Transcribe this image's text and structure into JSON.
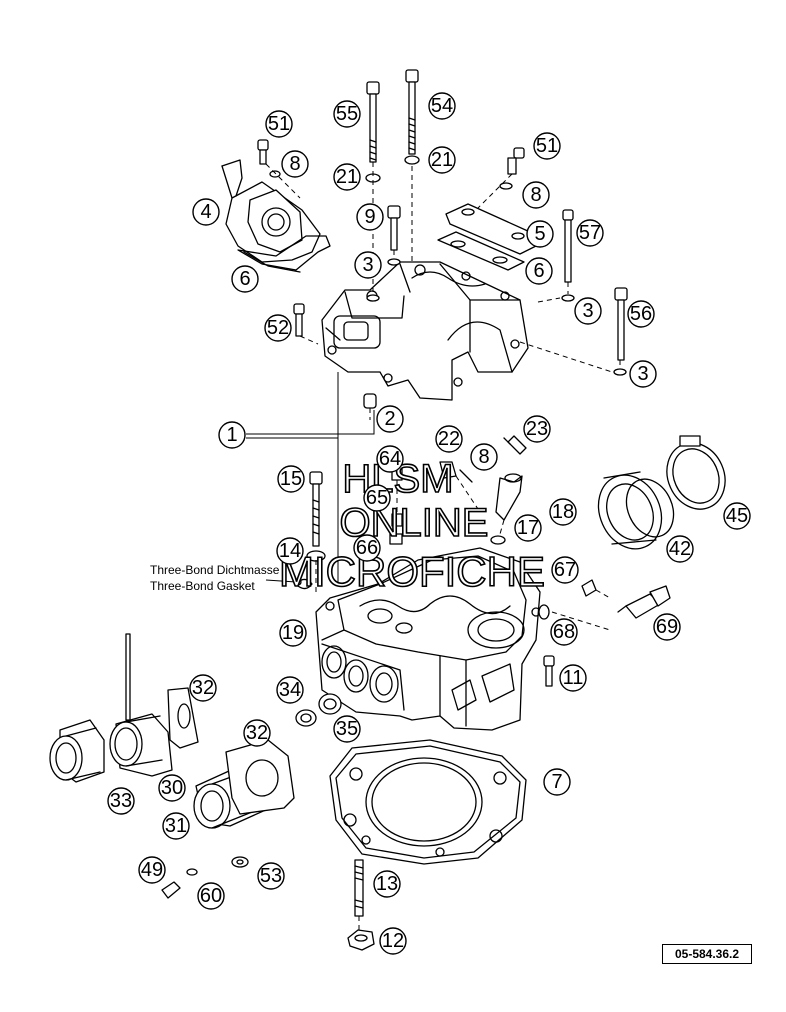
{
  "diagram": {
    "callouts": [
      {
        "id": "c1",
        "label": "1"
      },
      {
        "id": "c2",
        "label": "2"
      },
      {
        "id": "c3a",
        "label": "3"
      },
      {
        "id": "c3b",
        "label": "3"
      },
      {
        "id": "c3c",
        "label": "3"
      },
      {
        "id": "c4",
        "label": "4"
      },
      {
        "id": "c5",
        "label": "5"
      },
      {
        "id": "c6a",
        "label": "6"
      },
      {
        "id": "c6b",
        "label": "6"
      },
      {
        "id": "c7",
        "label": "7"
      },
      {
        "id": "c8a",
        "label": "8"
      },
      {
        "id": "c8b",
        "label": "8"
      },
      {
        "id": "c8c",
        "label": "8"
      },
      {
        "id": "c9",
        "label": "9"
      },
      {
        "id": "c11",
        "label": "11"
      },
      {
        "id": "c12",
        "label": "12"
      },
      {
        "id": "c13",
        "label": "13"
      },
      {
        "id": "c14",
        "label": "14"
      },
      {
        "id": "c15",
        "label": "15"
      },
      {
        "id": "c17",
        "label": "17"
      },
      {
        "id": "c18",
        "label": "18"
      },
      {
        "id": "c19",
        "label": "19"
      },
      {
        "id": "c21a",
        "label": "21"
      },
      {
        "id": "c21b",
        "label": "21"
      },
      {
        "id": "c22",
        "label": "22"
      },
      {
        "id": "c23",
        "label": "23"
      },
      {
        "id": "c30",
        "label": "30"
      },
      {
        "id": "c31",
        "label": "31"
      },
      {
        "id": "c32a",
        "label": "32"
      },
      {
        "id": "c32b",
        "label": "32"
      },
      {
        "id": "c33",
        "label": "33"
      },
      {
        "id": "c34",
        "label": "34"
      },
      {
        "id": "c35",
        "label": "35"
      },
      {
        "id": "c42",
        "label": "42"
      },
      {
        "id": "c45",
        "label": "45"
      },
      {
        "id": "c49",
        "label": "49"
      },
      {
        "id": "c51a",
        "label": "51"
      },
      {
        "id": "c51b",
        "label": "51"
      },
      {
        "id": "c52",
        "label": "52"
      },
      {
        "id": "c53",
        "label": "53"
      },
      {
        "id": "c54",
        "label": "54"
      },
      {
        "id": "c55",
        "label": "55"
      },
      {
        "id": "c56",
        "label": "56"
      },
      {
        "id": "c57",
        "label": "57"
      },
      {
        "id": "c60",
        "label": "60"
      },
      {
        "id": "c64",
        "label": "64"
      },
      {
        "id": "c65",
        "label": "65"
      },
      {
        "id": "c66",
        "label": "66"
      },
      {
        "id": "c67",
        "label": "67"
      },
      {
        "id": "c68",
        "label": "68"
      },
      {
        "id": "c69",
        "label": "69"
      }
    ],
    "note": {
      "line1": "Three-Bond Dichtmasse",
      "line2": "Three-Bond Gasket"
    },
    "watermark": {
      "line1": "HLSM",
      "line2": "ONLINE",
      "line3": "MICROFICHE"
    },
    "reference_code": "05-584.36.2"
  }
}
